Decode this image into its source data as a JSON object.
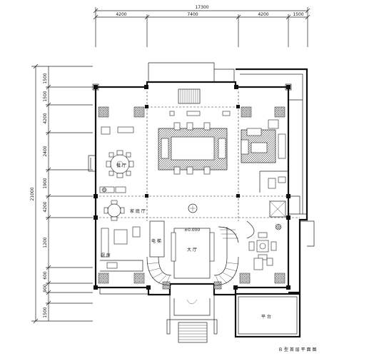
{
  "drawing": {
    "dimensions_top": {
      "overall": "17300",
      "segments": [
        "4200",
        "7400",
        "4200",
        "1500"
      ]
    },
    "dimensions_left": {
      "overall": "21000",
      "segments": [
        "1500",
        "1500",
        "4200",
        "2400",
        "1900",
        "4200",
        "1200",
        "600",
        "900",
        "1500"
      ]
    },
    "rooms": {
      "family_dining": "家 庭 厅",
      "kitchen": "厨 房",
      "lobby_left": "电 梯",
      "hall": "大 厅",
      "level": "±0.000",
      "terrace": "平 台",
      "dining_label": "餐 厅"
    },
    "title": "Ｂ 型 首 层 平 面 图"
  }
}
